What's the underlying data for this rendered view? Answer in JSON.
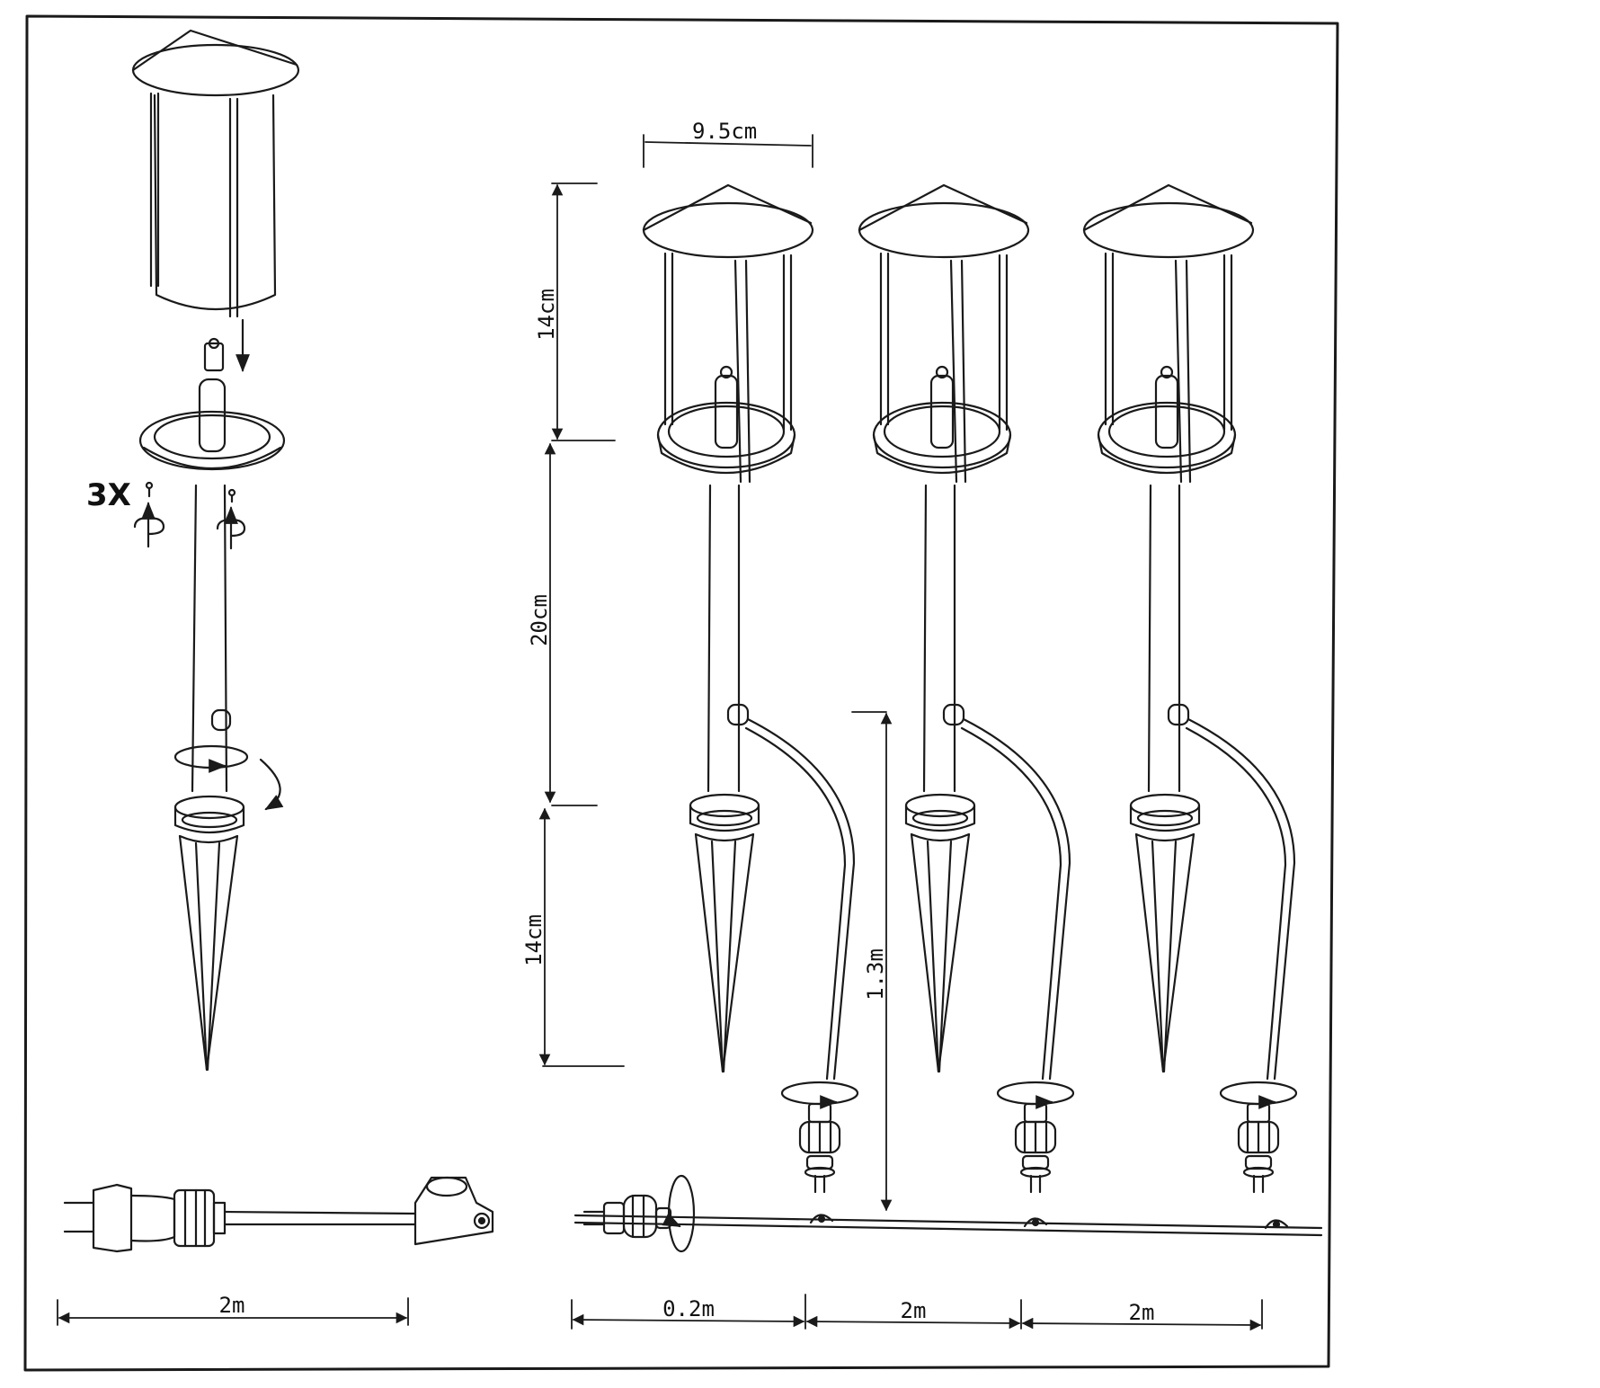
{
  "labels": {
    "qty": "3X",
    "width": "9.5cm",
    "top_h": "14cm",
    "mid_h": "20cm",
    "spike_h": "14cm",
    "lead": "1.3m",
    "cable_main": "2m",
    "cable_first": "0.2m",
    "cable_2": "2m",
    "cable_3": "2m"
  },
  "colors": {
    "ink": "#1a1a1a",
    "paper": "#ffffff"
  },
  "icons": [
    "rotate-arrow-icon",
    "down-arrow-icon",
    "up-arrow-icon",
    "screw-icon",
    "plug-icon",
    "connector-icon"
  ]
}
